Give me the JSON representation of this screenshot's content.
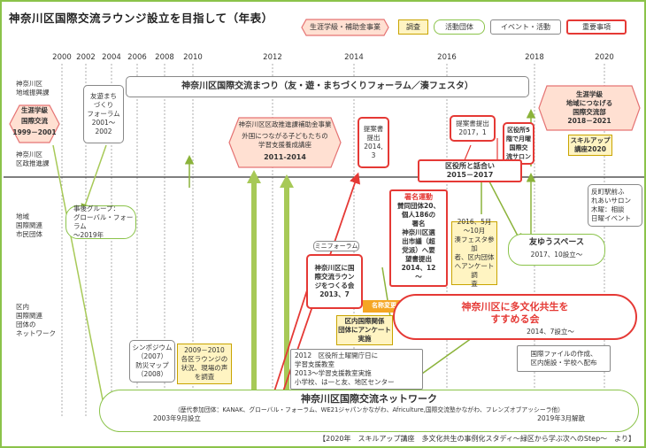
{
  "title": "神奈川区国際交流ラウンジ設立を目指して（年表）",
  "legend": [
    {
      "label": "生涯学級・補助金事業",
      "kind": "hex"
    },
    {
      "label": "調査",
      "kind": "yellow"
    },
    {
      "label": "活動団体",
      "kind": "green"
    },
    {
      "label": "イベント・活動",
      "kind": "grey"
    },
    {
      "label": "重要事項",
      "kind": "red"
    }
  ],
  "years": [
    "2000",
    "2002",
    "2004",
    "2006",
    "2008",
    "2010",
    "2012",
    "2014",
    "2016",
    "2018",
    "2020"
  ],
  "rows": [
    "神奈川区\n地域振興課",
    "神奈川区\n区政推進課",
    "地域\n国際関連\n市民団体",
    "区内\n国際関連\n団体の\nネットワーク"
  ],
  "banner": "神奈川区国際交流まつり（友・遊・まちづくりフォーラム／湊フェスタ）",
  "items": {
    "hex_left_b": "生涯学級",
    "hex_left_t": "国際交流",
    "hex_left_y": "1999－2001",
    "yuyu": "友遊まち\nづくり\nフォーラム\n2001～\n2002",
    "hex_mid_1": "神奈川区区政推進課補助金事業",
    "hex_mid_2": "外国につながる子どもたちの学習支援養成講座",
    "hex_mid_y": "2011-2014",
    "teian1": "提案書\n提出\n2014,\n3",
    "teian2": "提案書提出\n2017，1",
    "kuyakusho_5f": "区役所5\n階で月曜\n国際交\n流サロン",
    "hex_right_b": "生涯学級\n地域につなげる\n国際交流部\n2018－2021",
    "skillup": "スキルアップ\n講座2020",
    "hanashiai": "区役所と話合い\n2015－2017",
    "jigo": "事後グループ：\nグローバル・フォーラム\n～2019年",
    "shomei_head": "署名運動",
    "shomei": "賛同団体20、\n個人186の\n署名\n神奈川区選\n出市議（超\n党派）へ要\n望書提出\n2014、12\n～",
    "survey2016": "2016、5月\n～10月\n湊フェスタ参加\n者、区内団体\nへアンケート調\n査",
    "tomoyu": "友ゆうスペース",
    "tomoyu_y": "2017、10設立～",
    "hantai": "反町駅前ふ\nれあいサロン\n木曜：相談\n日曜イベント",
    "miniforum": "ミニフォーラム",
    "tsukurukai": "神奈川区に国\n際交流ラウン\nジをつくる会\n2013、7",
    "meisho": "名称変更",
    "kyousei": "神奈川区に多文化共生を\nすすめる会",
    "kyousei_y": "2014、7設立～",
    "kunai_survey": "区内国際関係\n団体にアンケート\n実施",
    "symposium": "シンポジウム\n（2007）\n防災マップ\n（2008）",
    "survey0910": "2009－2010\n各区ラウンジの\n状況、現場の声\nを調査",
    "support": "2012　区役所土曜開庁日に\n学習支援教室\n2013～学習支援教室実施\n小学校、は一と友、地区センター",
    "files": "国際ファイルの作成、\n区内施設・学校へ配布",
    "network_title": "神奈川区国際交流ネットワーク",
    "network_members": "（歴代参加団体：KANAK、グローバル・フォーラム、WE21ジャパンかながわ、Africulture,国際交流塾かながわ、フレンズオブアッシーラ他）",
    "network_founded": "2003年9月設立",
    "network_dissolved": "2019年3月解散"
  },
  "footer": "【2020年　スキルアップ講座　多文化共生の事例化スタディ～緑区から学ぶ次へのStep～　より】"
}
